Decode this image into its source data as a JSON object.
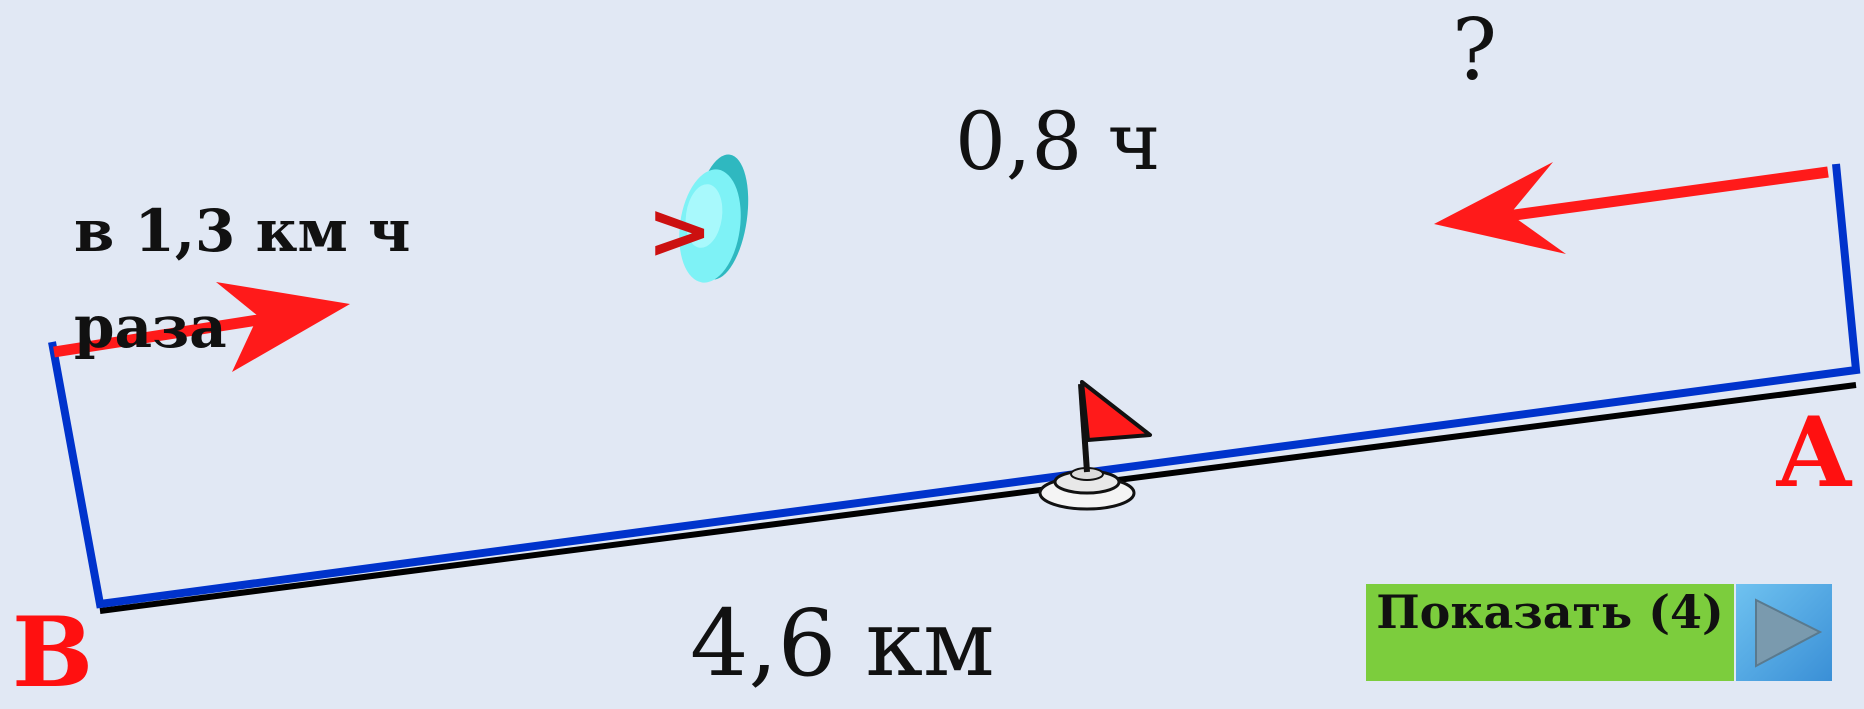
{
  "labels": {
    "question": "?",
    "time": "0,8 ч",
    "distance": "4,6 км",
    "speed_line1": "в  1,3  км ч",
    "speed_line2": "раза",
    "point_a": "А",
    "point_b": "В",
    "compare_symbol": ">"
  },
  "controls": {
    "show_button_label": "Показать (4)",
    "play_icon": "play-triangle-icon"
  },
  "colors": {
    "background": "#e1e8f4",
    "route": "#0033cc",
    "arrow": "#ff1a1a",
    "point_label": "#ff1010",
    "button_green": "#7ccd3d",
    "button_blue": "#4aa3e6",
    "oval": "#6fe8f0"
  }
}
